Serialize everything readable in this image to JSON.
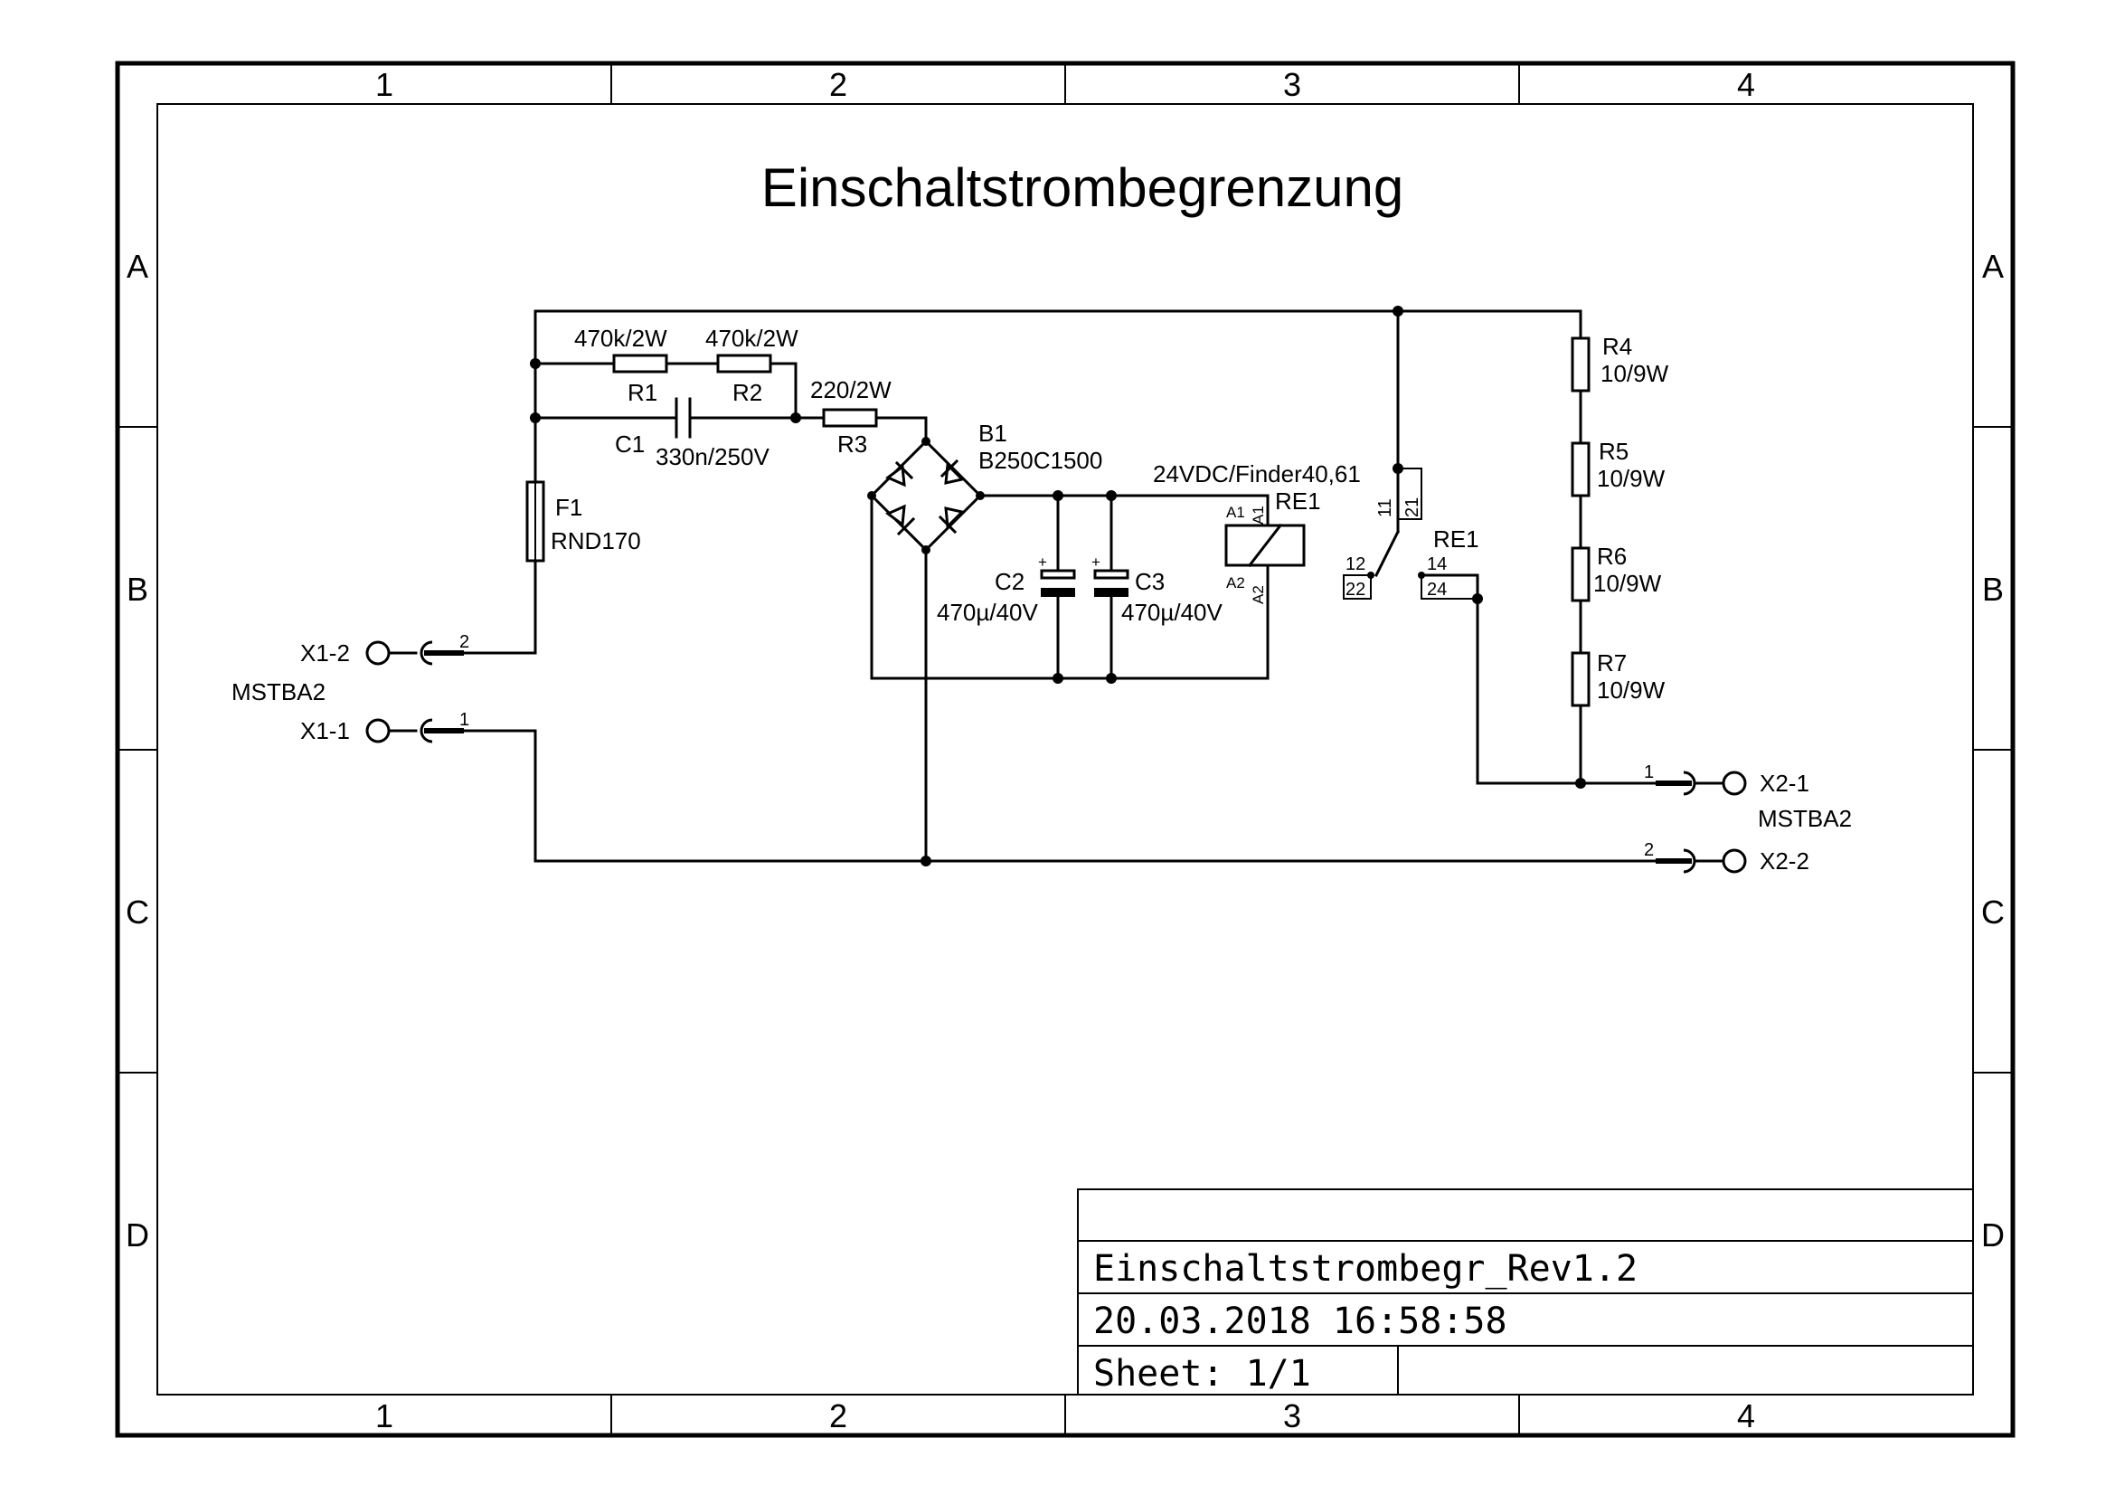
{
  "title": "Einschaltstrombegrenzung",
  "frame": {
    "columns": [
      "1",
      "2",
      "3",
      "4"
    ],
    "rows": [
      "A",
      "B",
      "C",
      "D"
    ]
  },
  "title_block": {
    "filename": "Einschaltstrombegr_Rev1.2",
    "datetime": "20.03.2018 16:58:58",
    "sheet": "Sheet: 1/1"
  },
  "components": {
    "R1": {
      "ref": "R1",
      "value": "470k/2W"
    },
    "R2": {
      "ref": "R2",
      "value": "470k/2W"
    },
    "R3": {
      "ref": "R3",
      "value": "220/2W"
    },
    "C1": {
      "ref": "C1",
      "value": "330n/250V"
    },
    "F1": {
      "ref": "F1",
      "value": "RND170"
    },
    "B1": {
      "ref": "B1",
      "value": "B250C1500"
    },
    "C2": {
      "ref": "C2",
      "value": "470µ/40V"
    },
    "C3": {
      "ref": "C3",
      "value": "470µ/40V"
    },
    "RE1_coil": {
      "ref": "RE1",
      "value": "24VDC/Finder40,61",
      "pin_a1": "A1",
      "pin_a2": "A2"
    },
    "RE1_contact": {
      "ref": "RE1",
      "pin11": "11",
      "pin12": "12",
      "pin14": "14",
      "pin21": "21",
      "pin22": "22",
      "pin24": "24"
    },
    "R4": {
      "ref": "R4",
      "value": "10/9W"
    },
    "R5": {
      "ref": "R5",
      "value": "10/9W"
    },
    "R6": {
      "ref": "R6",
      "value": "10/9W"
    },
    "R7": {
      "ref": "R7",
      "value": "10/9W"
    },
    "X1": {
      "type": "MSTBA2",
      "pin1": "X1-1",
      "pin2": "X1-2",
      "n1": "1",
      "n2": "2"
    },
    "X2": {
      "type": "MSTBA2",
      "pin1": "X2-1",
      "pin2": "X2-2",
      "n1": "1",
      "n2": "2"
    }
  }
}
